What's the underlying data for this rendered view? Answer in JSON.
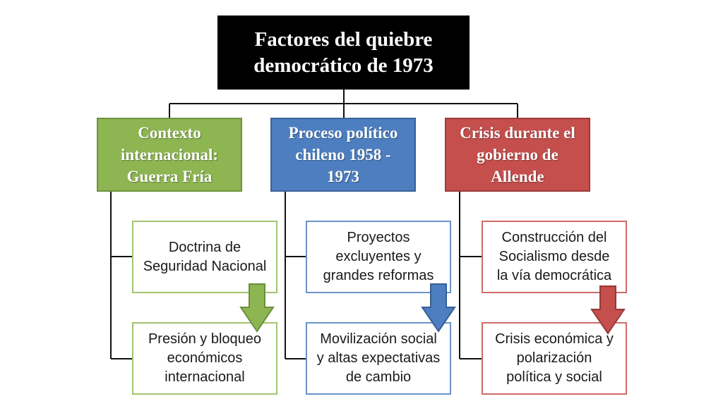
{
  "diagram": {
    "title": "Factores del quiebre\ndemocrático de 1973",
    "categories": [
      {
        "label": "Contexto\ninternacional:\nGuerra Fría",
        "color": "#8db552",
        "items": [
          "Doctrina de\nSeguridad Nacional",
          "Presión y bloqueo\neconómicos\ninternacional"
        ]
      },
      {
        "label": "Proceso político\nchileno 1958 -\n1973",
        "color": "#4d7fc0",
        "items": [
          "Proyectos\nexcluyentes y\ngrandes reformas",
          "Movilización social\ny altas expectativas\nde cambio"
        ]
      },
      {
        "label": "Crisis durante el\ngobierno de\nAllende",
        "color": "#c44f4d",
        "items": [
          "Construcción del\nSocialismo desde\nla vía democrática",
          "Crisis económica y\npolarización\npolítica y social"
        ]
      }
    ]
  }
}
